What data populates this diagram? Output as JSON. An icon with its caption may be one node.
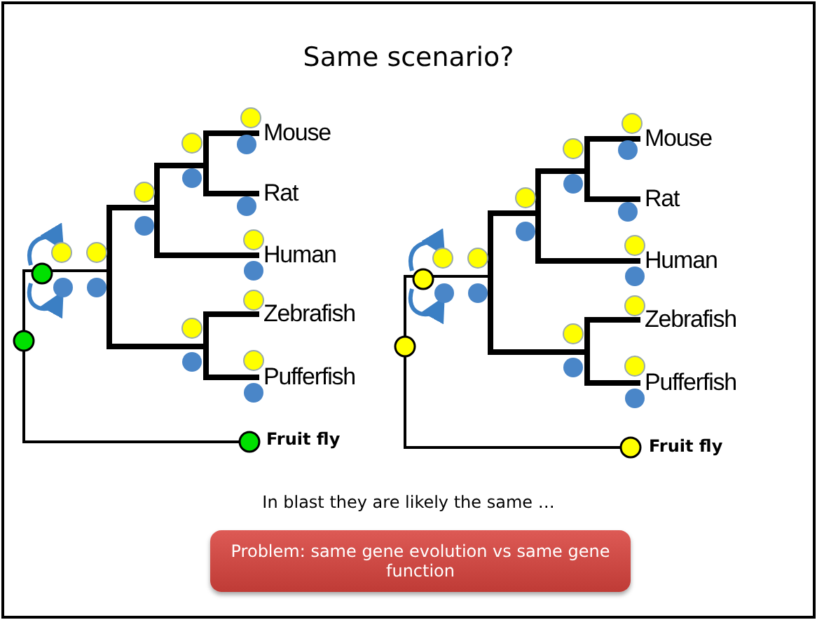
{
  "diagram": {
    "title": "Same scenario?",
    "nodes": [
      {
        "text": [
          "Problem: same gene evolution vs same gene function"
        ]
      }
    ],
    "labels": [
      "Mouse",
      "Rat",
      "Human",
      "Zebrafish",
      "Pufferfish",
      "Fruit fly",
      "Mouse",
      "Rat",
      "Human",
      "Zebrafish",
      "Pufferfish",
      "Fruit fly",
      "In blast they are likely the same …"
    ]
  }
}
